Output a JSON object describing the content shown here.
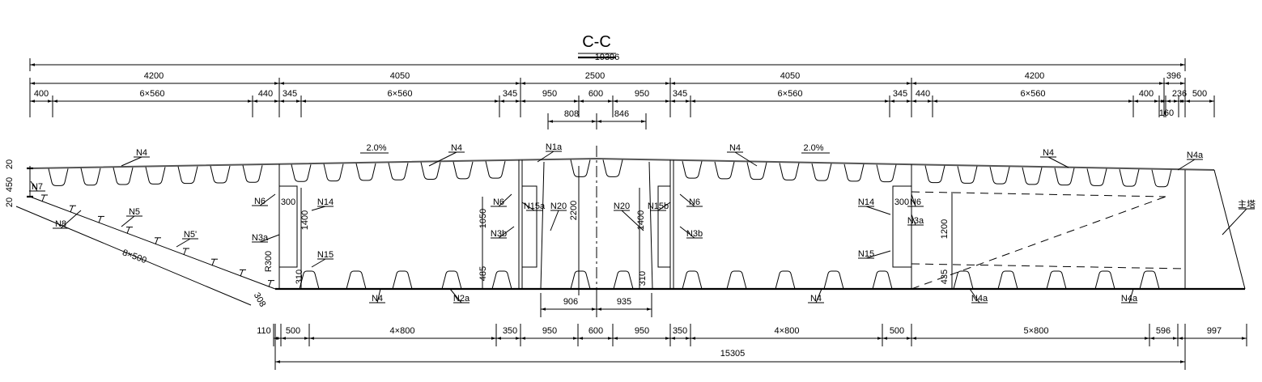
{
  "title": "C-C",
  "top_dims": {
    "overall": "19396",
    "row2": [
      "4200",
      "4050",
      "2500",
      "4050",
      "4200",
      "396"
    ],
    "row3": [
      "400",
      "6×560",
      "440",
      "345",
      "6×560",
      "345",
      "950",
      "600",
      "950",
      "345",
      "6×560",
      "345",
      "440",
      "6×560",
      "400",
      "236",
      "160",
      "500"
    ],
    "offsets": [
      "808",
      "846"
    ]
  },
  "bottom_dims": {
    "row1": [
      "110",
      "500",
      "4×800",
      "350",
      "950",
      "600",
      "950",
      "350",
      "4×800",
      "500",
      "5×800",
      "596",
      "997"
    ],
    "overall": "15305",
    "offsets": [
      "906",
      "935"
    ]
  },
  "slope_labels": [
    "2.0%",
    "2.0%"
  ],
  "left_dims": [
    "20",
    "450",
    "20",
    "8×500",
    "308",
    "R300"
  ],
  "inner_dims": [
    "300",
    "1400",
    "310",
    "1050",
    "485",
    "2200",
    "1400",
    "310",
    "300",
    "1200",
    "435"
  ],
  "part_labels": [
    "N4",
    "N4",
    "N1a",
    "N4",
    "N4",
    "N4a",
    "N7",
    "N8",
    "N5",
    "N5'",
    "N6",
    "N14",
    "N3a",
    "N15",
    "N6",
    "N3b",
    "N15a",
    "N20",
    "N20",
    "N15b",
    "N6",
    "N3b",
    "N14",
    "N6",
    "N3a",
    "N15",
    "N4",
    "N2a",
    "N4",
    "N4a",
    "N4a",
    "主塔"
  ]
}
